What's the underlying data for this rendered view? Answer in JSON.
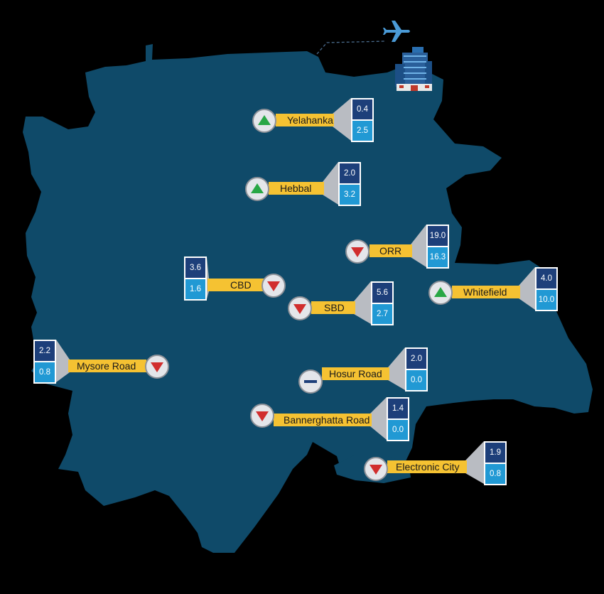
{
  "colors": {
    "background": "#000000",
    "map": "#0f4a69",
    "label_bar": "#f5c232",
    "top_value": "#1d3f7a",
    "bottom_value": "#2199d4",
    "up": "#28a745",
    "down": "#d12e2e",
    "flat": "#1d3f7a",
    "plane": "#4a9ad6"
  },
  "icons": {
    "airport": "airplane-icon",
    "building": "office-building-icon"
  },
  "locations": [
    {
      "name": "Yelahanka",
      "trend": "up",
      "top_value": "0.4",
      "bottom_value": "2.5"
    },
    {
      "name": "Hebbal",
      "trend": "up",
      "top_value": "2.0",
      "bottom_value": "3.2"
    },
    {
      "name": "ORR",
      "trend": "down",
      "top_value": "19.0",
      "bottom_value": "16.3"
    },
    {
      "name": "CBD",
      "trend": "down",
      "top_value": "3.6",
      "bottom_value": "1.6"
    },
    {
      "name": "Whitefield",
      "trend": "up",
      "top_value": "4.0",
      "bottom_value": "10.0"
    },
    {
      "name": "SBD",
      "trend": "down",
      "top_value": "5.6",
      "bottom_value": "2.7"
    },
    {
      "name": "Mysore Road",
      "trend": "down",
      "top_value": "2.2",
      "bottom_value": "0.8"
    },
    {
      "name": "Hosur Road",
      "trend": "flat",
      "top_value": "2.0",
      "bottom_value": "0.0"
    },
    {
      "name": "Bannerghatta Road",
      "trend": "down",
      "top_value": "1.4",
      "bottom_value": "0.0"
    },
    {
      "name": "Electronic City",
      "trend": "down",
      "top_value": "1.9",
      "bottom_value": "0.8"
    }
  ]
}
